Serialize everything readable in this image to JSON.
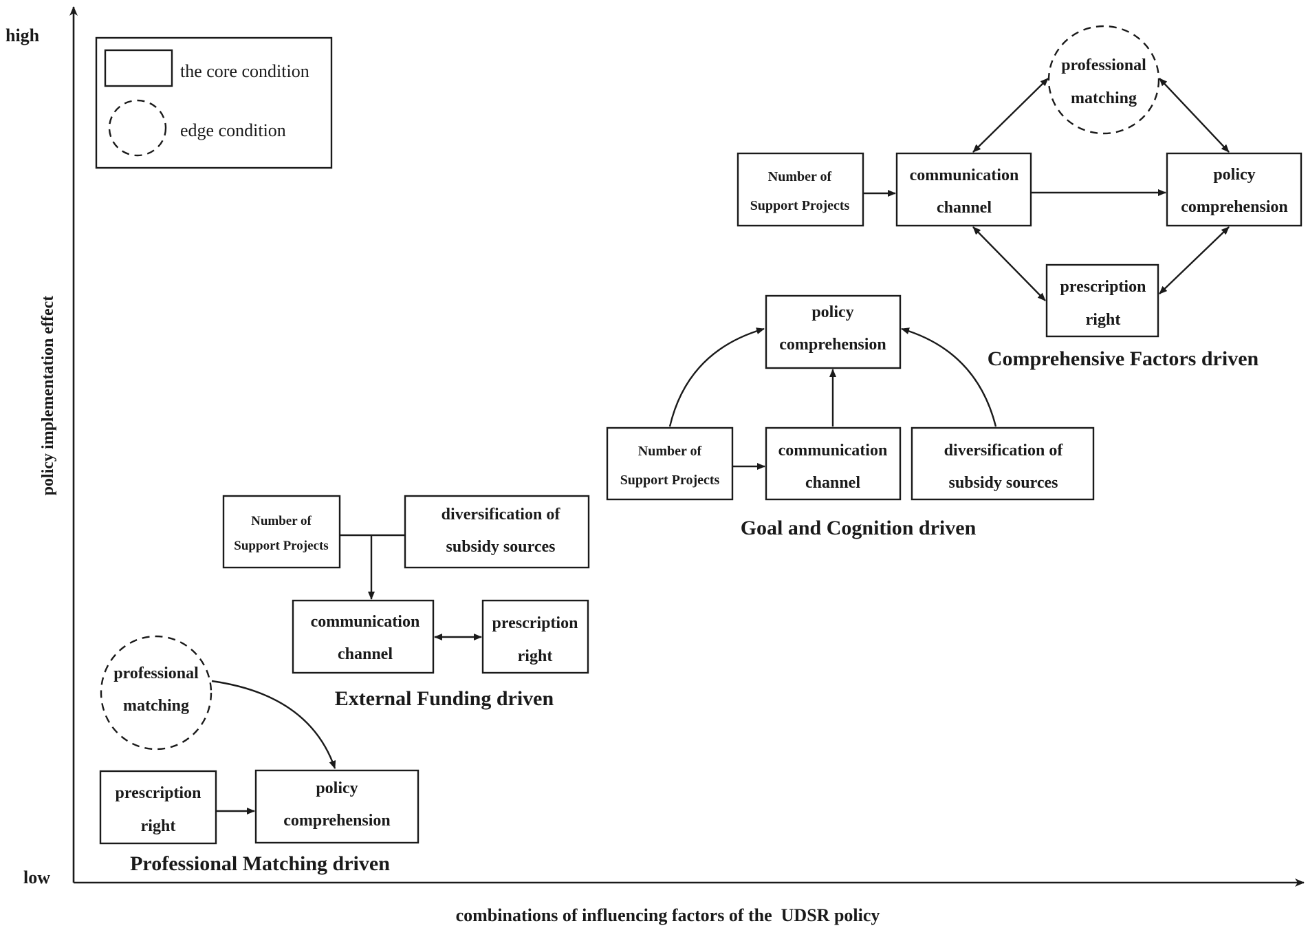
{
  "axes": {
    "x_label": "combinations of influencing factors of the  UDSR policy",
    "y_label": "policy implementation effect",
    "y_high": "high",
    "y_low": "low"
  },
  "legend": {
    "core_label": "the core condition",
    "edge_label": "edge condition"
  },
  "groups": {
    "professional_matching": {
      "title": "Professional Matching driven",
      "nodes": {
        "professional_matching": [
          "professional",
          "matching"
        ],
        "prescription_right": [
          "prescription",
          "right"
        ],
        "policy_comprehension": [
          "policy",
          "comprehension"
        ]
      }
    },
    "external_funding": {
      "title": "External Funding driven",
      "nodes": {
        "number_of_support_projects": [
          "Number of",
          "Support Projects"
        ],
        "diversification_of_subsidy_sources": [
          "diversification of",
          "subsidy sources"
        ],
        "communication_channel": [
          "communication",
          "channel"
        ],
        "prescription_right": [
          "prescription",
          "right"
        ]
      }
    },
    "goal_cognition": {
      "title": "Goal and Cognition driven",
      "nodes": {
        "policy_comprehension": [
          "policy",
          "comprehension"
        ],
        "number_of_support_projects": [
          "Number of",
          "Support Projects"
        ],
        "communication_channel": [
          "communication",
          "channel"
        ],
        "diversification_of_subsidy_sources": [
          "diversification of",
          "subsidy sources"
        ]
      }
    },
    "comprehensive": {
      "title": "Comprehensive Factors driven",
      "nodes": {
        "professional_matching": [
          "professional",
          "matching"
        ],
        "number_of_support_projects": [
          "Number of",
          "Support Projects"
        ],
        "communication_channel": [
          "communication",
          "channel"
        ],
        "policy_comprehension": [
          "policy",
          "comprehension"
        ],
        "prescription_right": [
          "prescription",
          "right"
        ]
      }
    }
  }
}
